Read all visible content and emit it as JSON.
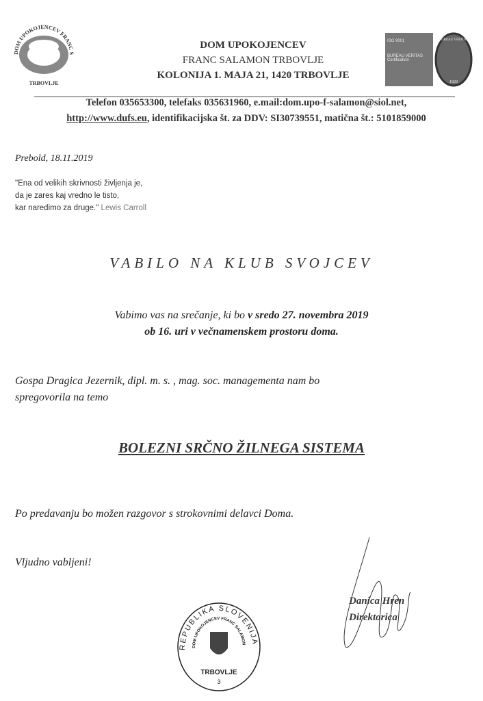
{
  "header": {
    "line1": "DOM UPOKOJENCEV",
    "line2": "FRANC SALAMON TRBOVLJE",
    "line3": "KOLONIJA 1. MAJA 21, 1420 TRBOVLJE",
    "logo_text": "DOM UPOKOJENCEV FRANC SALAMON",
    "logo_bottom": "TRBOVLJE",
    "cert_iso": "ISO 9001",
    "cert_name": "BUREAU VERITAS",
    "cert_sub": "Certification",
    "cert_seal": "BUREAU VERITAS",
    "cert_year": "1828"
  },
  "contact": {
    "line1": "Telefon 035653300, telefaks 035631960, e.mail:dom.upo-f-salamon@siol.net,",
    "link": "http://www.dufs.eu",
    "line2_rest": ", identifikacijska št. za DDV: SI30739551, matična št.: 5101859000"
  },
  "date": "Prebold, 18.11.2019",
  "quote": {
    "l1": "\"Ena od velikih skrivnosti življenja je,",
    "l2": "da je zares kaj vredno le tisto,",
    "l3": "kar naredimo za druge.\"",
    "author": "Lewis Carroll"
  },
  "title": "VABILO NA KLUB SVOJCEV",
  "invite": {
    "a": "Vabimo vas na srečanje, ki bo  ",
    "b": "v sredo 27. novembra 2019",
    "c": "ob 16. uri",
    "d": " v večnamenskem prostoru doma."
  },
  "speaker": {
    "l1": "Gospa  Dragica  Jezernik,  dipl.  m.  s.  ,  mag.  soc.  managementa  nam  bo",
    "l2": "spregovorila na temo"
  },
  "topic": "BOLEZNI SRČNO ŽILNEGA SISTEMA",
  "after": "Po predavanju bo možen razgovor s strokovnimi delavci Doma.",
  "closing": "Vljudno vabljeni!",
  "signature": {
    "name": "Danica Hren",
    "role": "Direktorica"
  },
  "stamp": {
    "outer": "REPUBLIKA SLOVENIJA",
    "inner": "DOM UPOKOJENCEV FRANC SALAMON",
    "city": "TRBOVLJE",
    "num": "3"
  }
}
